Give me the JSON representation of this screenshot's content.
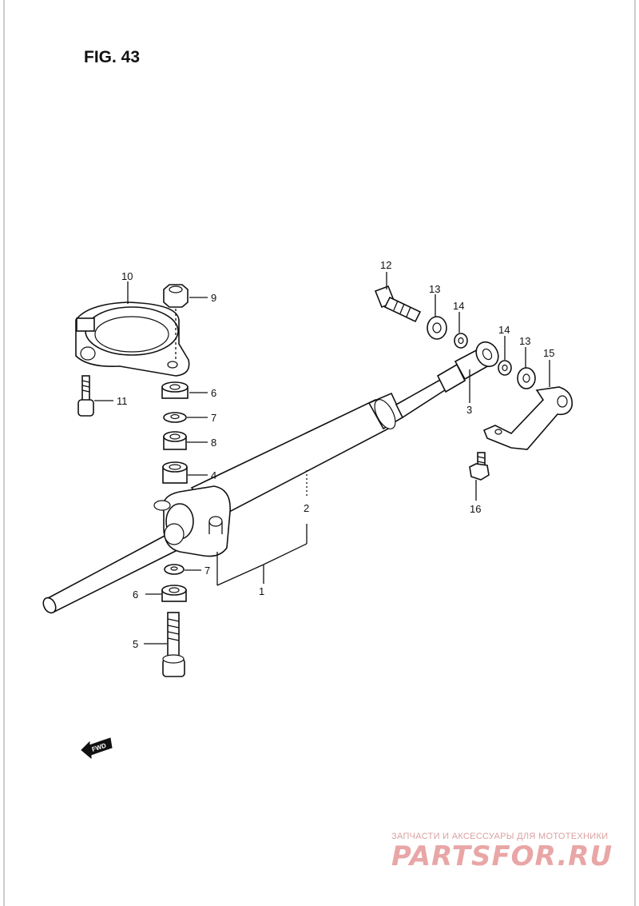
{
  "figure": {
    "title": "FIG. 43",
    "fwd_label": "FWD"
  },
  "callouts": {
    "c1": "1",
    "c2": "2",
    "c3": "3",
    "c4": "4",
    "c5": "5",
    "c6a": "6",
    "c6b": "6",
    "c7a": "7",
    "c7b": "7",
    "c8": "8",
    "c9": "9",
    "c10": "10",
    "c11": "11",
    "c12": "12",
    "c13a": "13",
    "c13b": "13",
    "c14a": "14",
    "c14b": "14",
    "c15": "15",
    "c16": "16"
  },
  "watermark": {
    "tagline": "ЗАПЧАСТИ И АКСЕССУАРЫ ДЛЯ МОТОТЕХНИКИ",
    "brand": "PARTSFOR.RU"
  },
  "colors": {
    "line": "#111111",
    "watermark": "#e9a6a6"
  }
}
